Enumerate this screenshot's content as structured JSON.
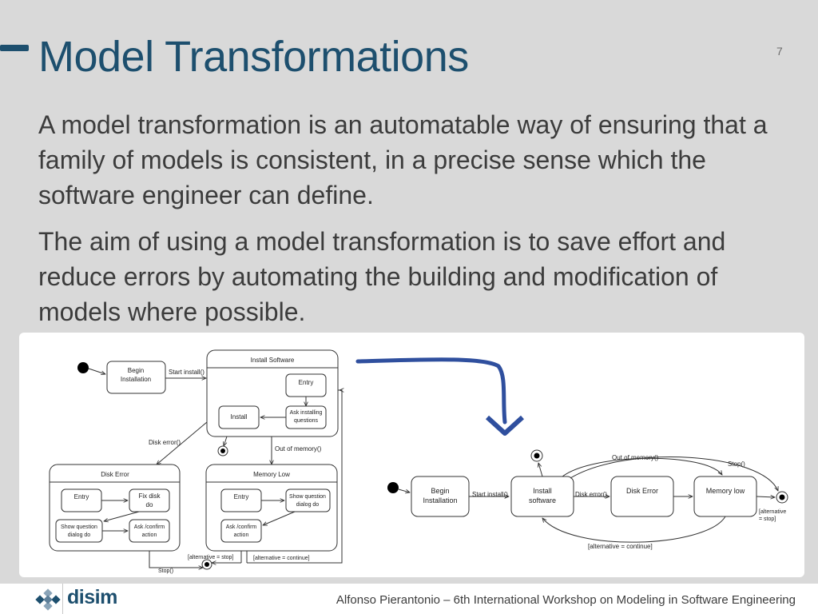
{
  "slide": {
    "title": "Model Transformations",
    "page_number": "7",
    "paragraphs": [
      "A model transformation is an automatable way of ensuring that a family of models is consistent, in a precise sense which the software engineer can define.",
      "The aim of using a model transformation is to save effort and reduce errors by automating the building and modification of models where possible."
    ]
  },
  "left_diagram": {
    "begin_installation": "Begin Installation",
    "start_install": "Start install()",
    "install_software": "Install Software",
    "entry_1": "Entry",
    "install": "Install",
    "ask_installing_questions": "Ask installing questions",
    "disk_error_event": "Disk error()",
    "out_of_memory_event": "Out of memory()",
    "disk_error_state": "Disk Error",
    "memory_low_state": "Memory Low",
    "entry_2": "Entry",
    "fix_disk_do": "Fix disk do",
    "show_question_dialog_1": "Show question dialog do",
    "ask_confirm_action_1": "Ask /confirm action",
    "entry_3": "Entry",
    "show_question_dialog_2": "Show question dialog do",
    "ask_confirm_action_2": "Ask /confirm action",
    "alternative_stop": "[alternative = stop]",
    "alternative_continue": "[alternative = continue]",
    "stop": "Stop()"
  },
  "right_diagram": {
    "begin_installation": "Begin Installation",
    "start_install": "Start install()",
    "install_software": "Install software",
    "disk_error_event": "Disk error()",
    "disk_error_state": "Disk Error",
    "memory_low_state": "Memory low",
    "out_of_memory_event": "Out of memory()",
    "stop": "Stop()",
    "alternative_stop": "[alternative = stop]",
    "alternative_continue": "[alternative = continue]"
  },
  "footer": {
    "logo_text": "disim",
    "credit": "Alfonso Pierantonio – 6th International Workshop on Modeling in Software Engineering"
  },
  "colors": {
    "title": "#1d4f6e",
    "arrow": "#2f4f9e"
  }
}
